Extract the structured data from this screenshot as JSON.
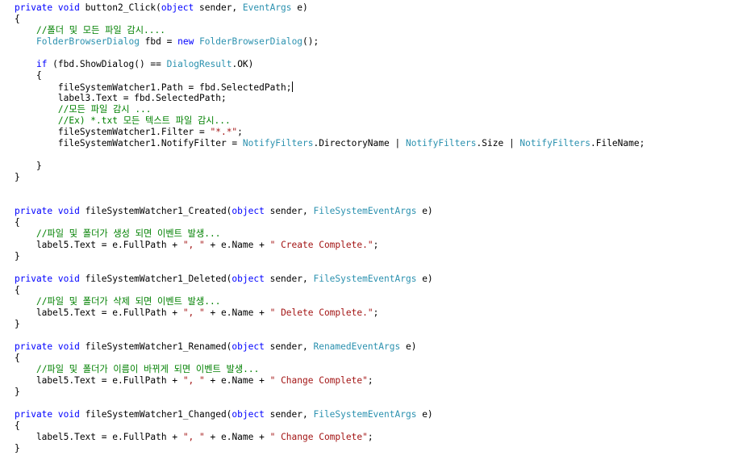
{
  "colors": {
    "plain": "#000000",
    "keyword": "#0000ff",
    "type": "#2b91af",
    "comment": "#008000",
    "string": "#a31515"
  },
  "editor": {
    "caret_after_line": 7,
    "lines": [
      [
        [
          "private void ",
          "keyword"
        ],
        [
          "button2_Click(",
          "plain"
        ],
        [
          "object",
          "keyword"
        ],
        [
          " sender, ",
          "plain"
        ],
        [
          "EventArgs",
          "type"
        ],
        [
          " e)",
          "plain"
        ]
      ],
      [
        [
          "{",
          "plain"
        ]
      ],
      [
        [
          "    ",
          "plain"
        ],
        [
          "//폴더 및 모든 파일 감시....",
          "comment"
        ]
      ],
      [
        [
          "    ",
          "plain"
        ],
        [
          "FolderBrowserDialog",
          "type"
        ],
        [
          " fbd = ",
          "plain"
        ],
        [
          "new",
          "keyword"
        ],
        [
          " ",
          "plain"
        ],
        [
          "FolderBrowserDialog",
          "type"
        ],
        [
          "();",
          "plain"
        ]
      ],
      [],
      [
        [
          "    ",
          "plain"
        ],
        [
          "if",
          "keyword"
        ],
        [
          " (fbd.ShowDialog() == ",
          "plain"
        ],
        [
          "DialogResult",
          "type"
        ],
        [
          ".OK)",
          "plain"
        ]
      ],
      [
        [
          "    {",
          "plain"
        ]
      ],
      [
        [
          "        fileSystemWatcher1.Path = fbd.SelectedPath;",
          "plain"
        ]
      ],
      [
        [
          "        label3.Text = fbd.SelectedPath;",
          "plain"
        ]
      ],
      [
        [
          "        ",
          "plain"
        ],
        [
          "//모든 파일 감시 ...",
          "comment"
        ]
      ],
      [
        [
          "        ",
          "plain"
        ],
        [
          "//Ex) *.txt 모든 텍스트 파일 감시...",
          "comment"
        ]
      ],
      [
        [
          "        fileSystemWatcher1.Filter = ",
          "plain"
        ],
        [
          "\"*.*\"",
          "string"
        ],
        [
          ";",
          "plain"
        ]
      ],
      [
        [
          "        fileSystemWatcher1.NotifyFilter = ",
          "plain"
        ],
        [
          "NotifyFilters",
          "type"
        ],
        [
          ".DirectoryName | ",
          "plain"
        ],
        [
          "NotifyFilters",
          "type"
        ],
        [
          ".Size | ",
          "plain"
        ],
        [
          "NotifyFilters",
          "type"
        ],
        [
          ".FileName;",
          "plain"
        ]
      ],
      [],
      [
        [
          "    }",
          "plain"
        ]
      ],
      [
        [
          "}",
          "plain"
        ]
      ],
      [],
      [],
      [
        [
          "private void ",
          "keyword"
        ],
        [
          "fileSystemWatcher1_Created(",
          "plain"
        ],
        [
          "object",
          "keyword"
        ],
        [
          " sender, ",
          "plain"
        ],
        [
          "FileSystemEventArgs",
          "type"
        ],
        [
          " e)",
          "plain"
        ]
      ],
      [
        [
          "{",
          "plain"
        ]
      ],
      [
        [
          "    ",
          "plain"
        ],
        [
          "//파일 및 폴더가 생성 되면 이벤트 발생...",
          "comment"
        ]
      ],
      [
        [
          "    label5.Text = e.FullPath + ",
          "plain"
        ],
        [
          "\", \"",
          "string"
        ],
        [
          " + e.Name + ",
          "plain"
        ],
        [
          "\" Create Complete.\"",
          "string"
        ],
        [
          ";",
          "plain"
        ]
      ],
      [
        [
          "}",
          "plain"
        ]
      ],
      [],
      [
        [
          "private void ",
          "keyword"
        ],
        [
          "fileSystemWatcher1_Deleted(",
          "plain"
        ],
        [
          "object",
          "keyword"
        ],
        [
          " sender, ",
          "plain"
        ],
        [
          "FileSystemEventArgs",
          "type"
        ],
        [
          " e)",
          "plain"
        ]
      ],
      [
        [
          "{",
          "plain"
        ]
      ],
      [
        [
          "    ",
          "plain"
        ],
        [
          "//파일 및 폴더가 삭제 되면 이벤트 발생...",
          "comment"
        ]
      ],
      [
        [
          "    label5.Text = e.FullPath + ",
          "plain"
        ],
        [
          "\", \"",
          "string"
        ],
        [
          " + e.Name + ",
          "plain"
        ],
        [
          "\" Delete Complete.\"",
          "string"
        ],
        [
          ";",
          "plain"
        ]
      ],
      [
        [
          "}",
          "plain"
        ]
      ],
      [],
      [
        [
          "private void ",
          "keyword"
        ],
        [
          "fileSystemWatcher1_Renamed(",
          "plain"
        ],
        [
          "object",
          "keyword"
        ],
        [
          " sender, ",
          "plain"
        ],
        [
          "RenamedEventArgs",
          "type"
        ],
        [
          " e)",
          "plain"
        ]
      ],
      [
        [
          "{",
          "plain"
        ]
      ],
      [
        [
          "    ",
          "plain"
        ],
        [
          "//파일 및 폴더가 이름이 바뀌게 되면 이벤트 발생...",
          "comment"
        ]
      ],
      [
        [
          "    label5.Text = e.FullPath + ",
          "plain"
        ],
        [
          "\", \"",
          "string"
        ],
        [
          " + e.Name + ",
          "plain"
        ],
        [
          "\" Change Complete\"",
          "string"
        ],
        [
          ";",
          "plain"
        ]
      ],
      [
        [
          "}",
          "plain"
        ]
      ],
      [],
      [
        [
          "private void ",
          "keyword"
        ],
        [
          "fileSystemWatcher1_Changed(",
          "plain"
        ],
        [
          "object",
          "keyword"
        ],
        [
          " sender, ",
          "plain"
        ],
        [
          "FileSystemEventArgs",
          "type"
        ],
        [
          " e)",
          "plain"
        ]
      ],
      [
        [
          "{",
          "plain"
        ]
      ],
      [
        [
          "    label5.Text = e.FullPath + ",
          "plain"
        ],
        [
          "\", \"",
          "string"
        ],
        [
          " + e.Name + ",
          "plain"
        ],
        [
          "\" Change Complete\"",
          "string"
        ],
        [
          ";",
          "plain"
        ]
      ],
      [
        [
          "}",
          "plain"
        ]
      ]
    ]
  }
}
